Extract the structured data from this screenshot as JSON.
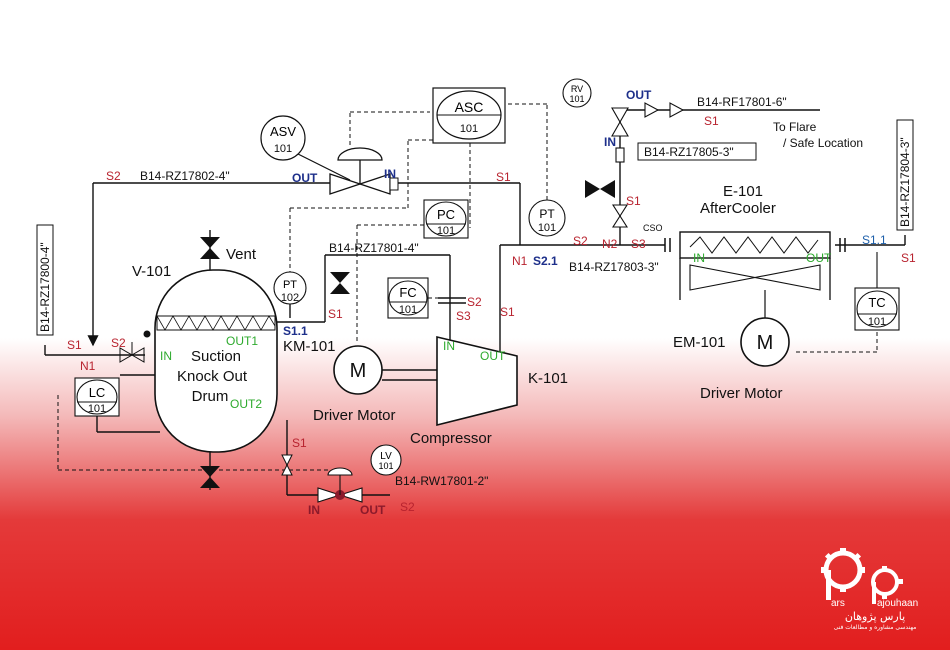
{
  "lines": {
    "rz17802": "B14-RZ17802-4\"",
    "rz17801": "B14-RZ17801-4\"",
    "rz17803": "B14-RZ17803-3\"",
    "rz17800": "B14-RZ17800-4\"",
    "rz17804": "B14-RZ17804-3\"",
    "rz17805": "B14-RZ17805-3\"",
    "rf17801": "B14-RF17801-6\"",
    "rw17801": "B14-RW17801-2\""
  },
  "flare": {
    "line1": "To Flare",
    "line2": "/ Safe Location"
  },
  "equipment": {
    "v101": "V-101",
    "drum1": "Suction",
    "drum2": "Knock Out",
    "drum3": "Drum",
    "vent": "Vent",
    "km101": "KM-101",
    "driver_motor_1": "Driver Motor",
    "motor_letter": "M",
    "compressor": "Compressor",
    "k101": "K-101",
    "e101": "E-101",
    "aftercooler": "AfterCooler",
    "em101": "EM-101",
    "driver_motor_2": "Driver Motor"
  },
  "instruments": {
    "asc": {
      "tag": "ASC",
      "num": "101"
    },
    "asv": {
      "tag": "ASV",
      "num": "101"
    },
    "pc": {
      "tag": "PC",
      "num": "101"
    },
    "pt101": {
      "tag": "PT",
      "num": "101"
    },
    "pt102": {
      "tag": "PT",
      "num": "102"
    },
    "fc": {
      "tag": "FC",
      "num": "101"
    },
    "lc": {
      "tag": "LC",
      "num": "101"
    },
    "lv": {
      "tag": "LV",
      "num": "101"
    },
    "tc": {
      "tag": "TC",
      "num": "101"
    },
    "rv": {
      "tag": "RV",
      "num": "101"
    }
  },
  "streams": {
    "s1": "S1",
    "s2": "S2",
    "s3": "S3",
    "s11": "S1.1",
    "s21": "S2.1",
    "n1": "N1",
    "n2": "N2",
    "in": "IN",
    "out": "OUT",
    "out1": "OUT1",
    "out2": "OUT2",
    "cso": "CSO"
  },
  "logo": {
    "brand_left": "ars",
    "brand_right": "ajouhaan",
    "persian": "پارس پژوهان",
    "tagline": "مهندسی مشاوره و مطالعات فنی"
  },
  "colors": {
    "red_label": "#b8232f",
    "blue_label": "#1d2f8a",
    "green_label": "#2eaa2e",
    "background_red": "#e21e1e"
  }
}
